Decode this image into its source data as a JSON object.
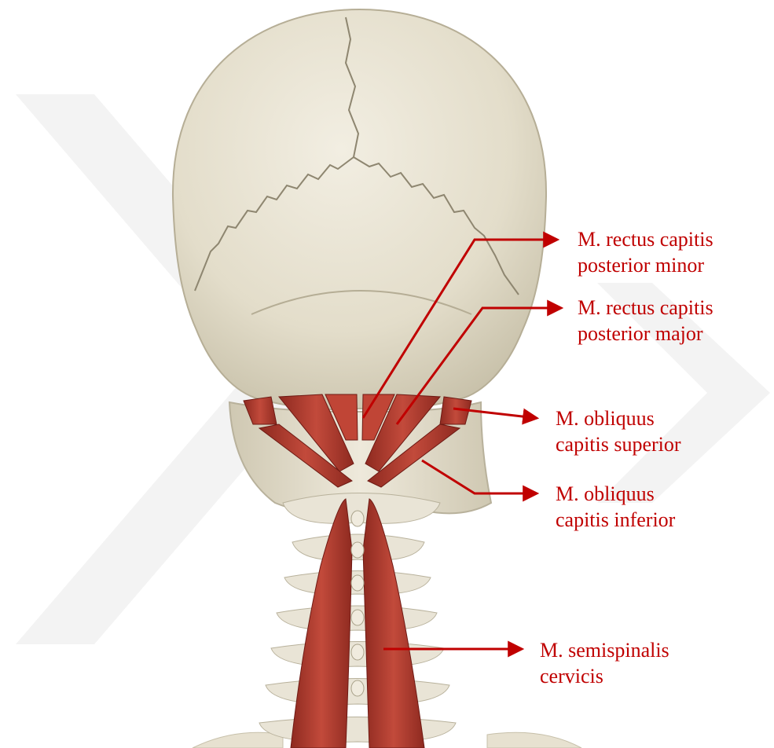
{
  "labels": {
    "rcp_minor": {
      "line1": "M. rectus capitis",
      "line2": "posterior minor"
    },
    "rcp_major": {
      "line1": "M. rectus capitis",
      "line2": "posterior major"
    },
    "oblique_sup": {
      "line1": "M. obliquus",
      "line2": "capitis superior"
    },
    "oblique_inf": {
      "line1": "M. obliquus",
      "line2": "capitis inferior"
    },
    "semispinalis": {
      "line1": "M. semispinalis",
      "line2": "cervicis"
    }
  },
  "colors": {
    "bone": "#e6e0cf",
    "bone_shadow": "#b9b29c",
    "muscle": "#b33a2e",
    "muscle_dark": "#7f1f18",
    "label_red": "#c00000",
    "watermark": "#f1f1f1"
  }
}
